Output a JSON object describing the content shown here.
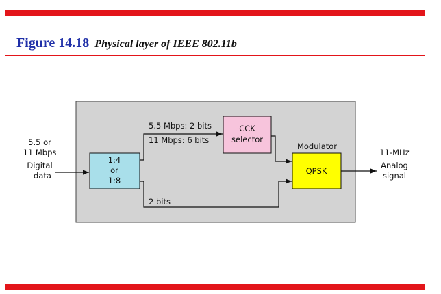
{
  "figure": {
    "number": "Figure 14.18",
    "caption": "Physical layer of IEEE 802.11b",
    "accent_color": "#e3151a",
    "number_color": "#1f2fa8"
  },
  "diagram": {
    "input_labels": [
      "5.5 or",
      "11 Mbps",
      "Digital",
      "data"
    ],
    "splitter_lines": [
      "1:4",
      "or",
      "1:8"
    ],
    "upper_path_labels": [
      "5.5 Mbps: 2 bits",
      "11 Mbps: 6 bits"
    ],
    "cck_lines": [
      "CCK",
      "selector"
    ],
    "lower_path_label": "2 bits",
    "modulator_label": "Modulator",
    "qpsk_label": "QPSK",
    "output_labels": [
      "11-MHz",
      "Analog",
      "signal"
    ],
    "colors": {
      "frame_fill": "#d3d3d3",
      "splitter_fill": "#a9dfea",
      "cck_fill": "#f7c4dc",
      "qpsk_fill": "#ffff00"
    }
  }
}
